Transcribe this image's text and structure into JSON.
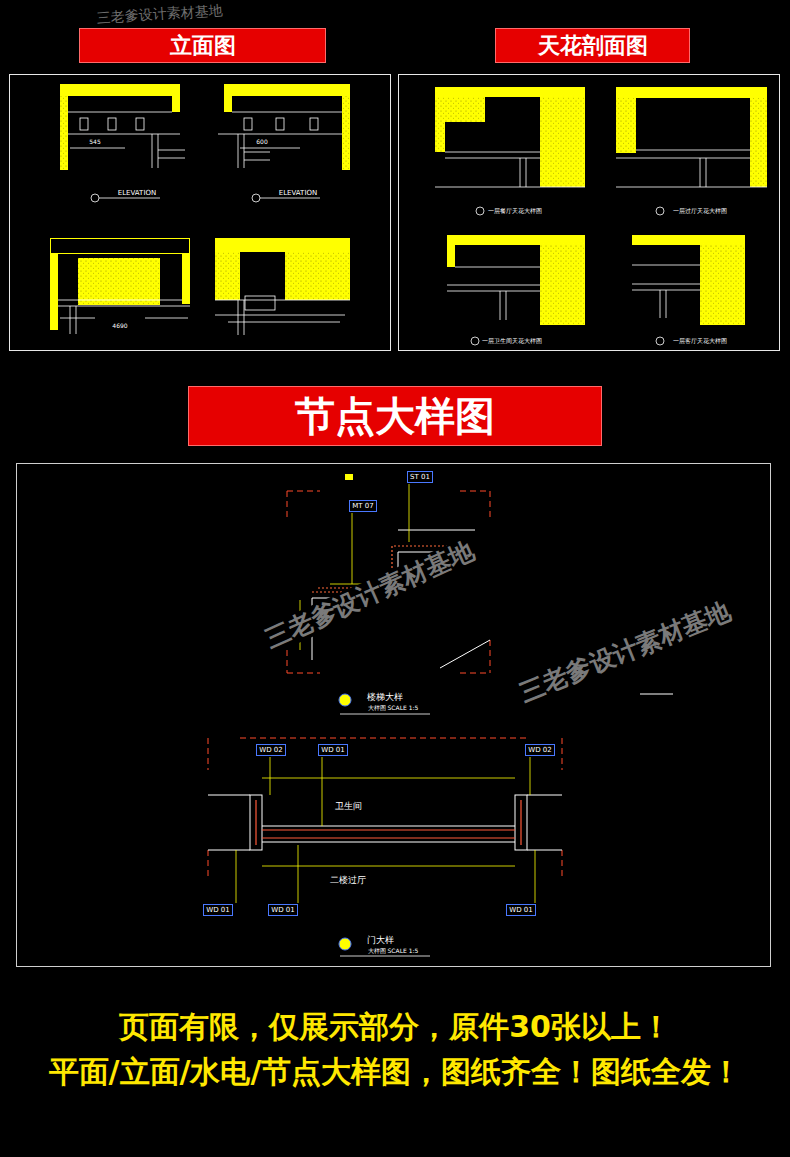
{
  "diagram": {
    "nodes": [
      {
        "text": [
          "立面图"
        ]
      },
      {
        "text": [
          "天花剖面图"
        ]
      },
      {
        "text": [
          "节点大样图"
        ]
      },
      {
        "text": [
          "ST 01"
        ]
      },
      {
        "text": [
          "MT 07"
        ]
      },
      {
        "text": [
          "WD 02"
        ]
      },
      {
        "text": [
          "WD 01"
        ]
      },
      {
        "text": [
          "WD 02"
        ]
      },
      {
        "text": [
          "WD 01"
        ]
      },
      {
        "text": [
          "WD 01"
        ]
      },
      {
        "text": [
          "WD 01"
        ]
      }
    ],
    "labels": [
      "三老爹设计素材基地",
      "ELEVATION",
      "ELEVATION",
      "545",
      "600",
      "4690",
      "一层餐厅天花大样图",
      "一层过厅天花大样图",
      "一层卫生间天花大样图",
      "一层客厅天花大样图",
      "楼梯大样",
      "大样图 SCALE 1:5",
      "卫生间",
      "二楼过厅",
      "门大样",
      "大样图 SCALE 1:5",
      "三老爹设计素材基地",
      "三老爹设计素材基地",
      "页面有限，仅展示部分，原件30张以上！",
      "平面/立面/水电/节点大样图，图纸齐全！图纸全发！"
    ]
  }
}
